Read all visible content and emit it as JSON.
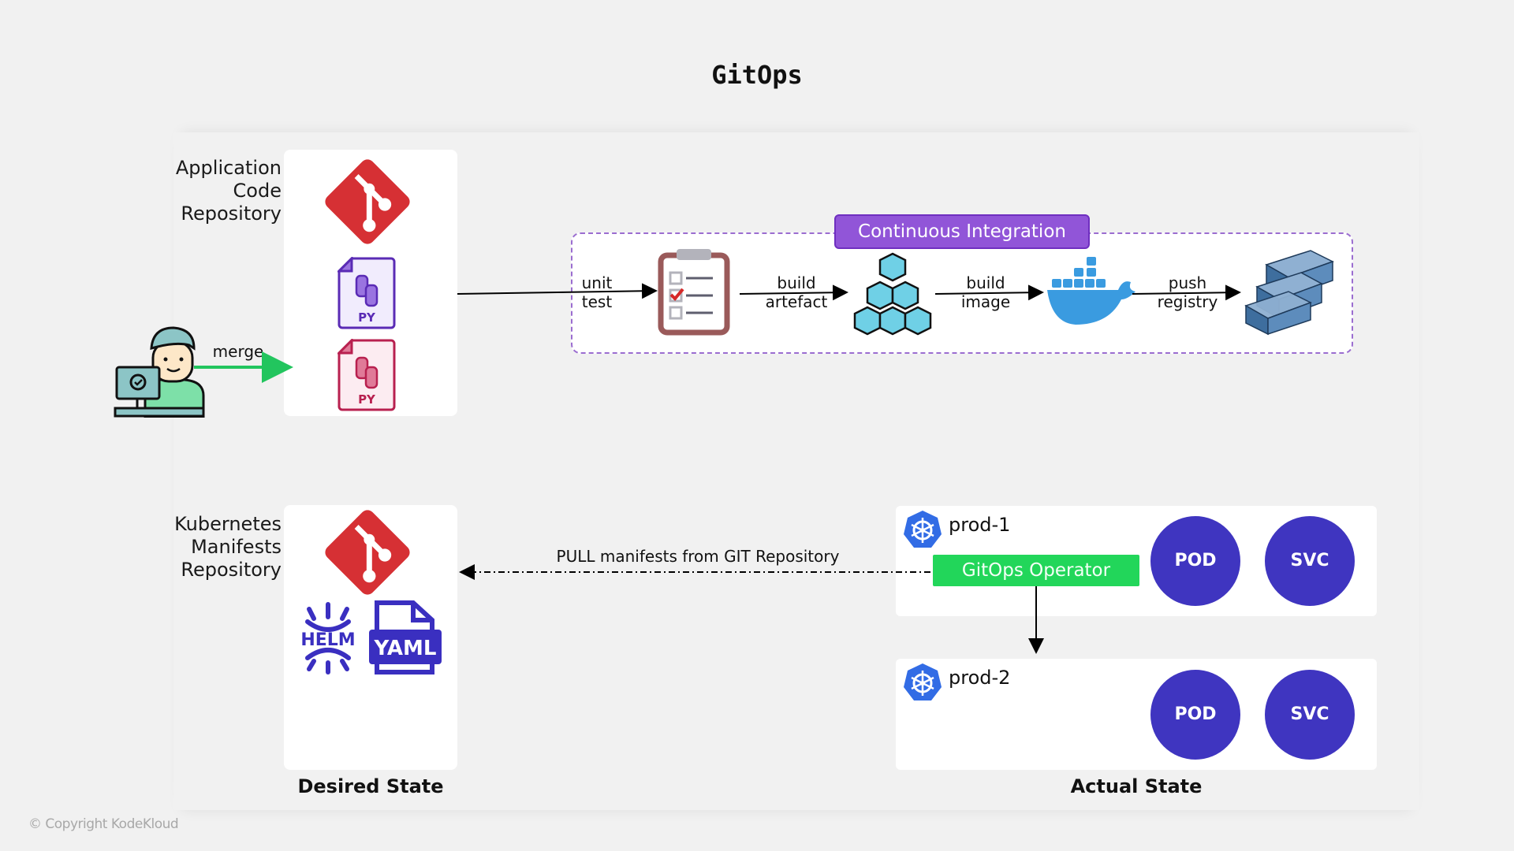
{
  "title": "GitOps",
  "app_repo": {
    "label_lines": [
      "Application",
      "Code",
      "Repository"
    ],
    "files": [
      {
        "icon": "python-file-icon",
        "label": "PY",
        "color": "#5a2bb5"
      },
      {
        "icon": "python-file-icon",
        "label": "PY",
        "color": "#b8204f"
      }
    ]
  },
  "developer": {
    "icon": "developer-icon",
    "action_label": "merge"
  },
  "ci": {
    "badge_label": "Continuous Integration",
    "steps": [
      {
        "edge_label": [
          "unit",
          "test"
        ],
        "icon": "clipboard-checklist-icon"
      },
      {
        "edge_label": [
          "build",
          "artefact"
        ],
        "icon": "cubes-artefact-icon"
      },
      {
        "edge_label": [
          "build",
          "image"
        ],
        "icon": "docker-whale-icon"
      },
      {
        "edge_label": [
          "push",
          "registry"
        ],
        "icon": "container-registry-icon"
      }
    ]
  },
  "manifests_repo": {
    "label_lines": [
      "Kubernetes",
      "Manifests",
      "Repository"
    ],
    "helm_label": "HELM",
    "yaml_label": "YAML"
  },
  "pull_label": "PULL manifests from GIT Repository",
  "clusters": [
    {
      "name": "prod-1",
      "operator_label": "GitOps Operator",
      "resources": [
        "POD",
        "SVC"
      ]
    },
    {
      "name": "prod-2",
      "resources": [
        "POD",
        "SVC"
      ]
    }
  ],
  "desired_state_label": "Desired State",
  "actual_state_label": "Actual State",
  "copyright": "© Copyright KodeKloud",
  "colors": {
    "git": "#d63034",
    "ci_purple": "#9155d8",
    "operator_green": "#22d65a",
    "resource_blue": "#3f35c0",
    "k8s_blue": "#326ce5",
    "merge_arrow": "#22c55e"
  }
}
